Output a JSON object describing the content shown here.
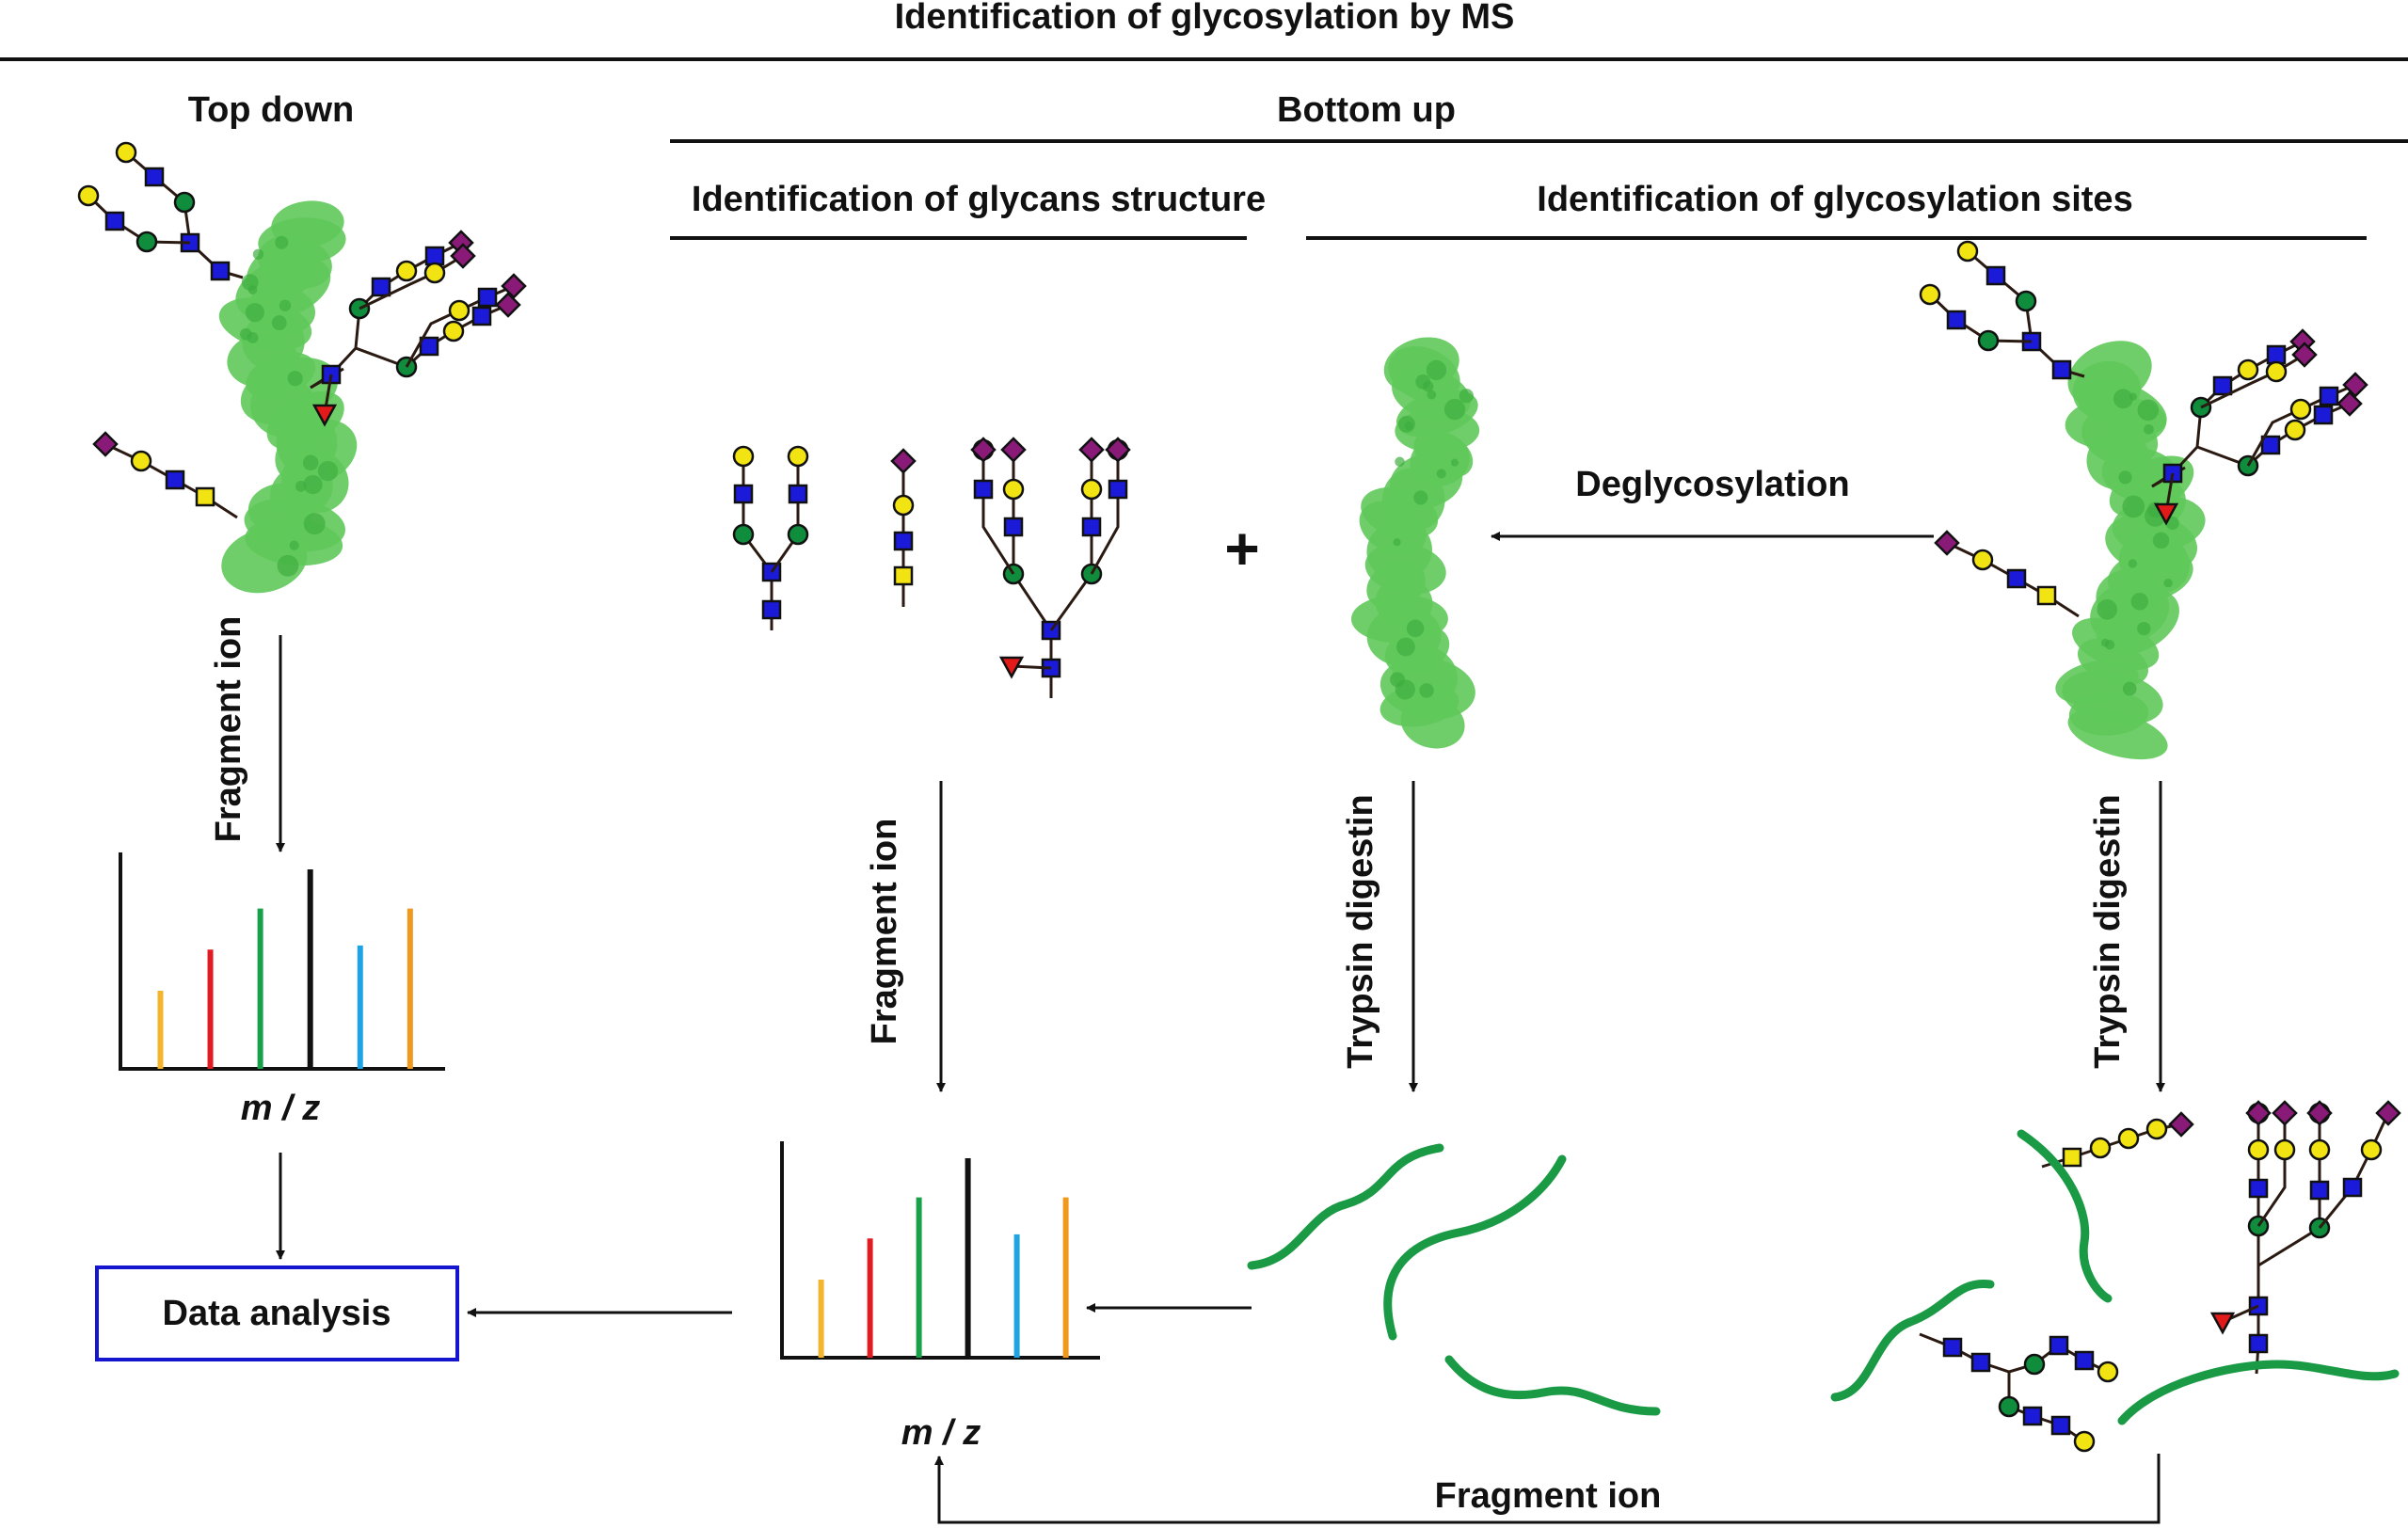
{
  "title": "Identification of glycosylation by MS",
  "sections": {
    "top_down": "Top down",
    "bottom_up": "Bottom up",
    "glycan_structure": "Identification of glycans structure",
    "glycosylation_sites": "Identification of glycosylation sites"
  },
  "labels": {
    "fragment_ion": "Fragment ion",
    "trypsin_digestin": "Trypsin digestin",
    "deglycosylation": "Deglycosylation",
    "data_analysis": "Data analysis",
    "mz": "m / z",
    "plus": "+"
  },
  "colors": {
    "protein": "#5fc95a",
    "peptide": "#1a9a45",
    "glcnac": "#1a1ad8",
    "galactose": "#f2e313",
    "mannose": "#0f8c3c",
    "sialic_acid": "#8a1a78",
    "galnac": "#f2e313",
    "fucose": "#e21a1a",
    "analysis_box": "#1515d0",
    "peaks": [
      "#f3b52e",
      "#e01b22",
      "#19a14a",
      "#111111",
      "#1ea4e3",
      "#f0991c"
    ]
  },
  "spectrum": {
    "peak_heights": [
      0.38,
      0.58,
      0.78,
      0.97,
      0.6,
      0.78
    ]
  },
  "icons": [
    "protein-structure",
    "glycan-tree",
    "peptide-chain",
    "mass-spectrum",
    "arrow"
  ]
}
